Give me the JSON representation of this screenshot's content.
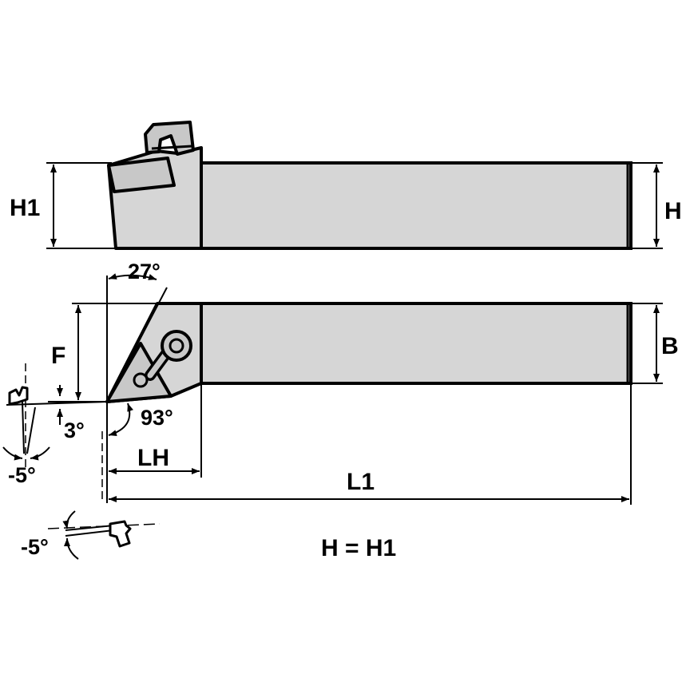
{
  "colors": {
    "body_fill": "#d6d6d6",
    "insert_fill": "#c8c8c8",
    "line": "#000000",
    "background": "#ffffff"
  },
  "labels": {
    "h1": "H1",
    "h": "H",
    "b": "B",
    "f": "F",
    "angle_27": "27°",
    "angle_93": "93°",
    "angle_3": "3°",
    "angle_neg5_top": "-5°",
    "angle_neg5_bottom": "-5°",
    "lh": "LH",
    "l1": "L1",
    "equation": "H = H1"
  }
}
